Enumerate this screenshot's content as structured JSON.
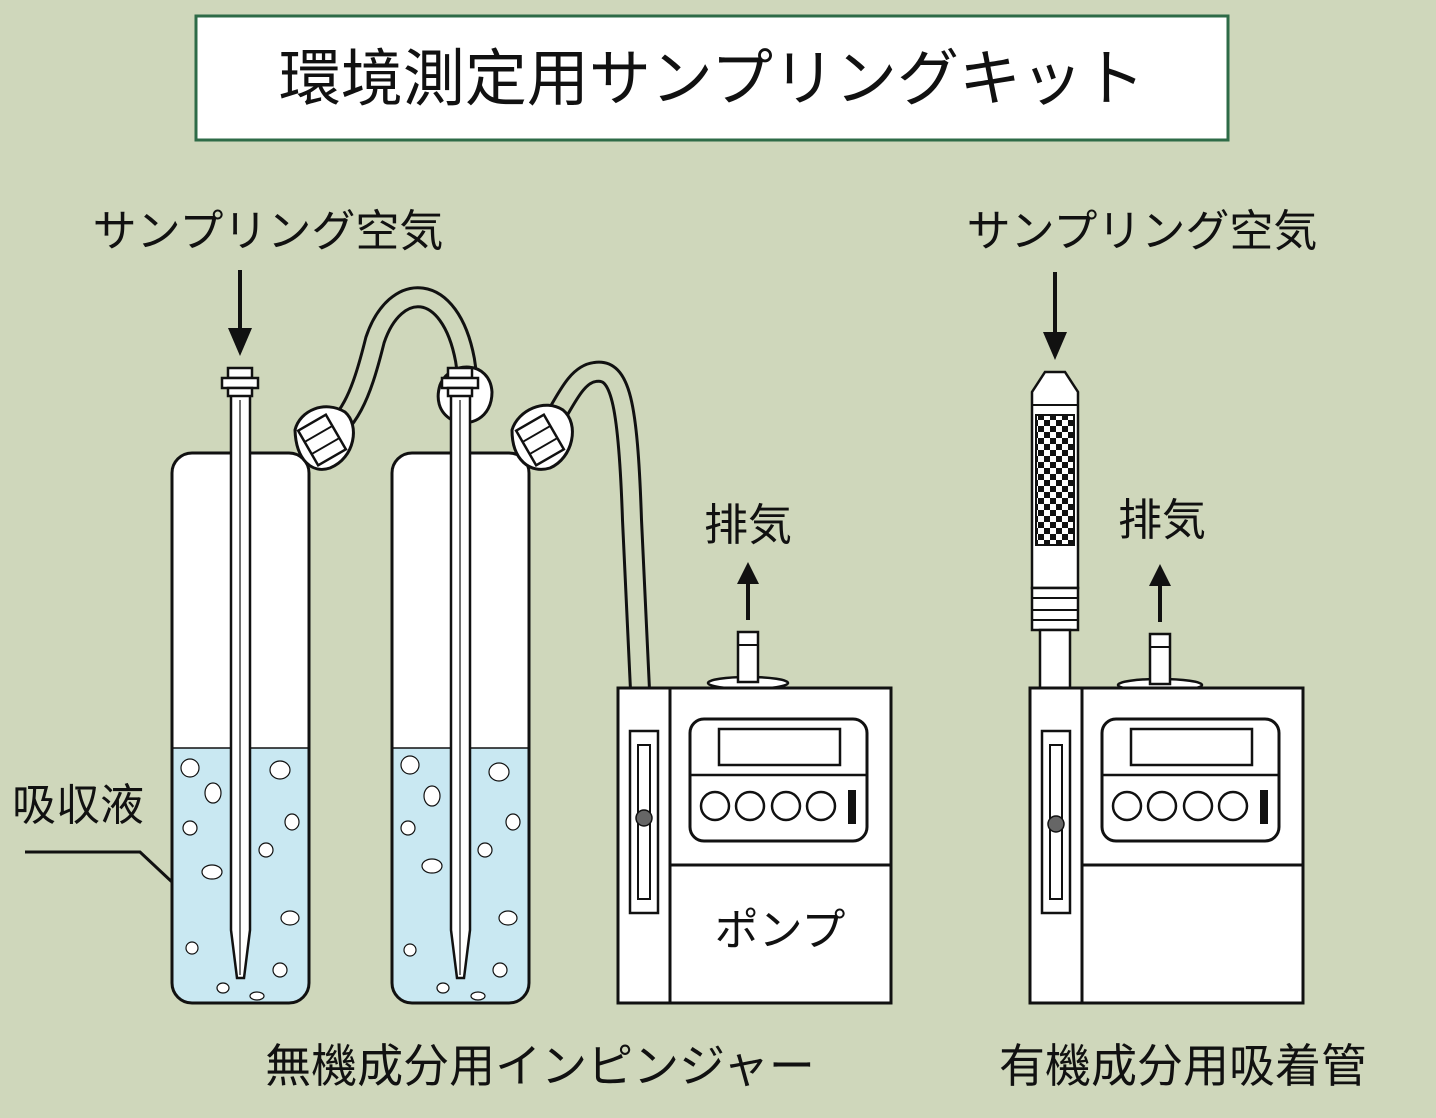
{
  "title": "環境測定用サンプリングキット",
  "labels": {
    "sampling_air_left": "サンプリング空気",
    "sampling_air_right": "サンプリング空気",
    "exhaust_left": "排気",
    "exhaust_right": "排気",
    "absorbing_liquid": "吸収液",
    "pump": "ポンプ",
    "caption_left": "無機成分用インピンジャー",
    "caption_right": "有機成分用吸着管"
  },
  "colors": {
    "background": "#cfd7bb",
    "title_border": "#2e6b47",
    "liquid": "#c9e8f2",
    "stroke": "#111111",
    "fill_white": "#ffffff"
  }
}
